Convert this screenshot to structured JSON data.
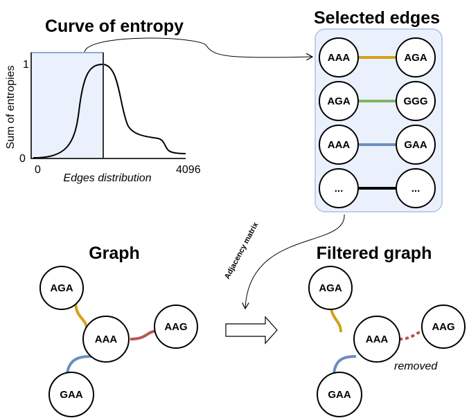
{
  "titles": {
    "curve": "Curve of entropy",
    "selected": "Selected edges",
    "graph": "Graph",
    "filtered": "Filtered graph"
  },
  "curve_panel": {
    "ylabel": "Sum of entropies",
    "xlabel": "Edges distribution",
    "y_tick_top": "1",
    "y_tick_bottom": "0",
    "x_tick_left": "0",
    "x_tick_right": "4096"
  },
  "selected_edges": [
    {
      "left": "AAA",
      "right": "AGA",
      "color": "#d4a017"
    },
    {
      "left": "AGA",
      "right": "GGG",
      "color": "#82b366"
    },
    {
      "left": "AAA",
      "right": "GAA",
      "color": "#6c8ebf"
    },
    {
      "left": "...",
      "right": "...",
      "color": "#000000"
    }
  ],
  "arrow_label": "Adjacency matrix",
  "graph": {
    "nodes": {
      "top": "AGA",
      "center": "AAA",
      "right": "AAG",
      "bottom": "GAA"
    },
    "edge_colors": {
      "top": "#d4a017",
      "right": "#b85450",
      "bottom": "#6c8ebf"
    }
  },
  "filtered_graph": {
    "nodes": {
      "top": "AGA",
      "center": "AAA",
      "right": "AAG",
      "bottom": "GAA"
    },
    "removed_label": "removed"
  },
  "colors": {
    "selection_fill": "#dae8fc",
    "selection_stroke": "#6c8ebf"
  }
}
